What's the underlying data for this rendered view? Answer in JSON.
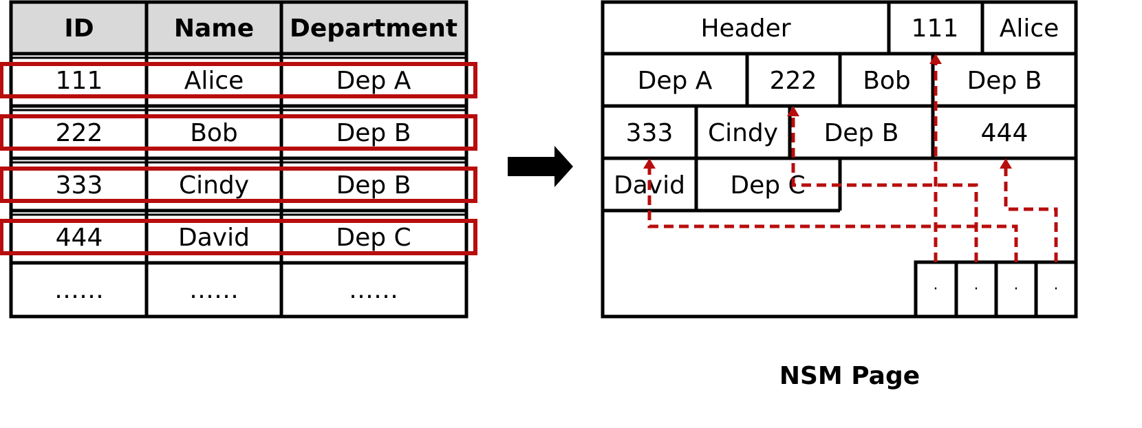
{
  "table": {
    "headers": [
      "ID",
      "Name",
      "Department"
    ],
    "rows": [
      [
        "111",
        "Alice",
        "Dep A"
      ],
      [
        "222",
        "Bob",
        "Dep B"
      ],
      [
        "333",
        "Cindy",
        "Dep B"
      ],
      [
        "444",
        "David",
        "Dep C"
      ],
      [
        "……",
        "……",
        "……"
      ]
    ]
  },
  "page": {
    "row1": [
      "Header",
      "111",
      "Alice"
    ],
    "row2": [
      "Dep A",
      "222",
      "Bob",
      "Dep B"
    ],
    "row3": [
      "333",
      "Cindy",
      "Dep B",
      "444"
    ],
    "row4": [
      "David",
      "Dep C"
    ],
    "slots": [
      "·",
      "·",
      "·",
      "·"
    ],
    "caption": "NSM Page"
  },
  "colors": {
    "highlight": "#b80d0d",
    "pointer": "#b80d0d",
    "header_fill": "#d9d9d9",
    "line": "#000000"
  }
}
